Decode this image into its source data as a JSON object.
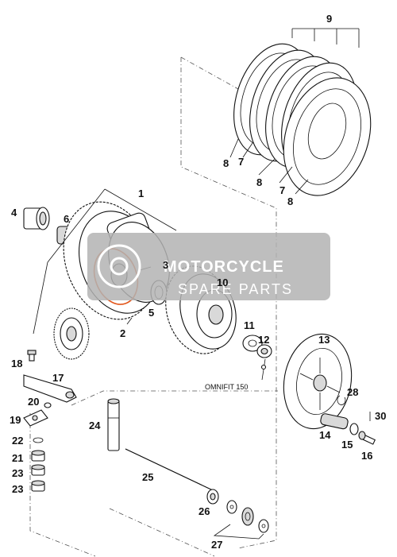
{
  "diagram": {
    "callouts": [
      {
        "id": "c9",
        "text": "9"
      },
      {
        "id": "c8a",
        "text": "8"
      },
      {
        "id": "c7a",
        "text": "7"
      },
      {
        "id": "c8b",
        "text": "8"
      },
      {
        "id": "c7b",
        "text": "7"
      },
      {
        "id": "c8c",
        "text": "8"
      },
      {
        "id": "c1",
        "text": "1"
      },
      {
        "id": "c4",
        "text": "4"
      },
      {
        "id": "c6",
        "text": "6"
      },
      {
        "id": "c3",
        "text": "3"
      },
      {
        "id": "c5",
        "text": "5"
      },
      {
        "id": "c2",
        "text": "2"
      },
      {
        "id": "c10",
        "text": "10"
      },
      {
        "id": "c11",
        "text": "11"
      },
      {
        "id": "c12",
        "text": "12"
      },
      {
        "id": "c13",
        "text": "13"
      },
      {
        "id": "c18",
        "text": "18"
      },
      {
        "id": "c17",
        "text": "17"
      },
      {
        "id": "c20",
        "text": "20"
      },
      {
        "id": "c19",
        "text": "19"
      },
      {
        "id": "c22",
        "text": "22"
      },
      {
        "id": "c21",
        "text": "21"
      },
      {
        "id": "c23a",
        "text": "23"
      },
      {
        "id": "c23b",
        "text": "23"
      },
      {
        "id": "c24",
        "text": "24"
      },
      {
        "id": "c25",
        "text": "25"
      },
      {
        "id": "c26",
        "text": "26"
      },
      {
        "id": "c27",
        "text": "27"
      },
      {
        "id": "c28",
        "text": "28"
      },
      {
        "id": "c30",
        "text": "30"
      },
      {
        "id": "c14",
        "text": "14"
      },
      {
        "id": "c15",
        "text": "15"
      },
      {
        "id": "c16",
        "text": "16"
      }
    ],
    "reference_label": "OMNIFIT 150",
    "watermark": {
      "title": "MOTORCYCLE",
      "subtitle": "SPARE PARTS",
      "color": "#b3b3b3",
      "opacity": 0.85
    },
    "accent_color": "#e2571c"
  }
}
